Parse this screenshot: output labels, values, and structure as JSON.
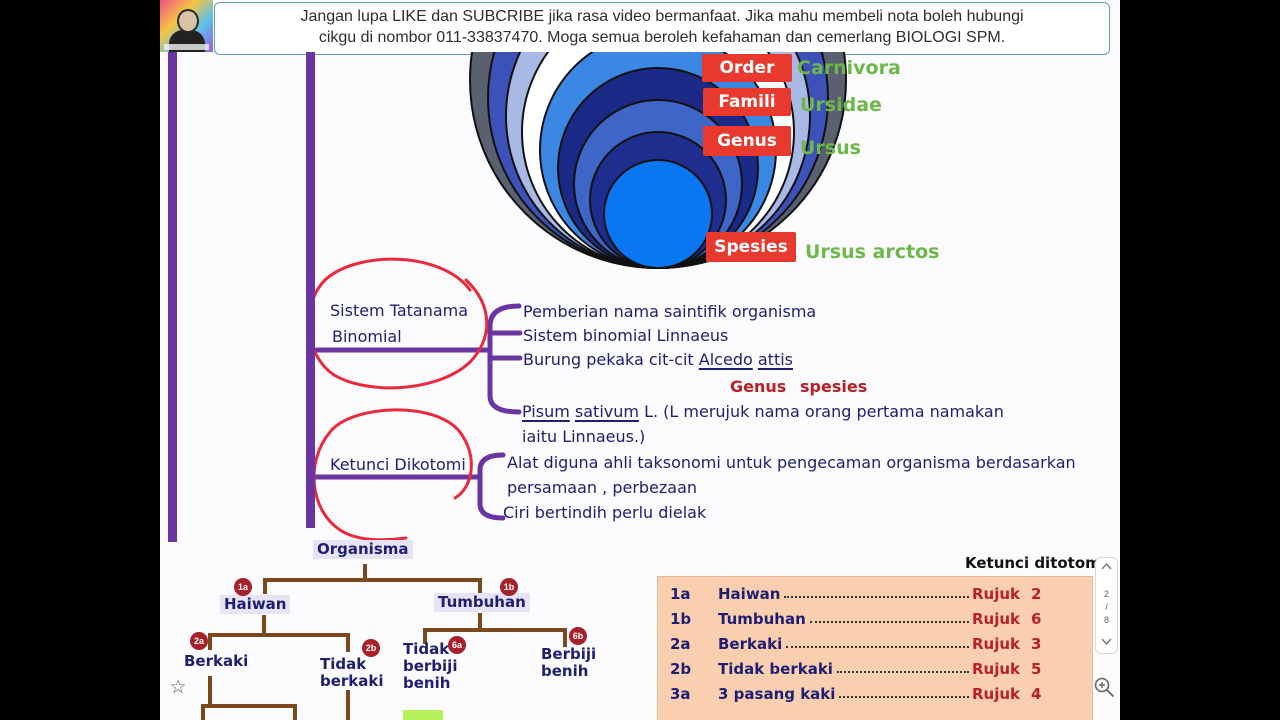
{
  "banner": {
    "line1": "Jangan lupa LIKE dan SUBCRIBE jika rasa video bermanfaat. Jika mahu membeli nota boleh hubungi",
    "line2": "cikgu di nombor 011-33837470. Moga semua beroleh kefahaman dan cemerlang BIOLOGI SPM."
  },
  "colors": {
    "letterbox": "#000000",
    "background": "#fbfafd",
    "purple": "#6a35a0",
    "red_label": "#e8392e",
    "green_text": "#6cb84a",
    "navy_text": "#1f1f72",
    "red_text": "#b8202a",
    "circle_red": "#ea2a3c",
    "brown_tree": "#7a4a1e",
    "badge": "#a8202a",
    "table_bg": "#f9cfb0",
    "rings": [
      "#5a6070",
      "#3d52b8",
      "#a9b9e6",
      "#ffffff",
      "#3a88e4",
      "#1b2a86",
      "#3d66c8",
      "#1d2e8e",
      "#0b76f2"
    ]
  },
  "hierarchy": [
    {
      "rank": "Order",
      "name": "Carnivora"
    },
    {
      "rank": "Famili",
      "name": "Ursidae"
    },
    {
      "rank": "Genus",
      "name": "Ursus"
    },
    {
      "rank": "Spesies",
      "name": "Ursus arctos"
    }
  ],
  "binomial": {
    "title_line1": "Sistem Tatanama",
    "title_line2": "Binomial",
    "point1": "Pemberian nama saintifik organisma",
    "point2": "Sistem binomial Linnaeus",
    "point3_prefix": "Burung pekaka cit-cit",
    "genus_word": "Alcedo",
    "species_word": "attis",
    "genus_label": "Genus",
    "species_label": "spesies",
    "point4_word1": "Pisum",
    "point4_word2": "sativum",
    "point4_rest": "L. (L merujuk nama orang pertama namakan",
    "point5": "iaitu Linnaeus.)"
  },
  "dichotomous": {
    "title": "Ketunci Dikotomi",
    "point1": "Alat diguna ahli taksonomi untuk pengecaman organisma berdasarkan",
    "point1_cont": "persamaan , perbezaan",
    "point2": "Ciri bertindih perlu dielak"
  },
  "tree": {
    "root": "Organisma",
    "n1a": {
      "badge": "1a",
      "label": "Haiwan"
    },
    "n1b": {
      "badge": "1b",
      "label": "Tumbuhan"
    },
    "n2a": {
      "badge": "2a",
      "label": "Berkaki"
    },
    "n2b": {
      "badge": "2b",
      "line1": "Tidak",
      "line2": "berkaki"
    },
    "n6a": {
      "badge": "6a",
      "line1": "Tidak",
      "line2": "berbiji",
      "line3": "benih"
    },
    "n6b": {
      "badge": "6b",
      "line1": "Berbiji",
      "line2": "benih"
    }
  },
  "key_table": {
    "title": "Ketunci ditotom",
    "rows": [
      {
        "code": "1a",
        "item": "Haiwan",
        "ref": "Rujuk",
        "target": "2"
      },
      {
        "code": "1b",
        "item": "Tumbuhan",
        "ref": "Rujuk",
        "target": "6"
      },
      {
        "code": "2a",
        "item": "Berkaki",
        "ref": "Rujuk",
        "target": "3"
      },
      {
        "code": "2b",
        "item": "Tidak berkaki",
        "ref": "Rujuk",
        "target": "5"
      },
      {
        "code": "3a",
        "item": "3 pasang kaki",
        "ref": "Rujuk",
        "target": "4"
      }
    ]
  },
  "page_indicator": {
    "current": "2",
    "separator": "/",
    "total": "8"
  },
  "icons": {
    "favorite": "star-icon",
    "zoom": "zoom-in-icon",
    "scroll_up": "chevron-up-icon",
    "scroll_down": "chevron-down-icon"
  }
}
